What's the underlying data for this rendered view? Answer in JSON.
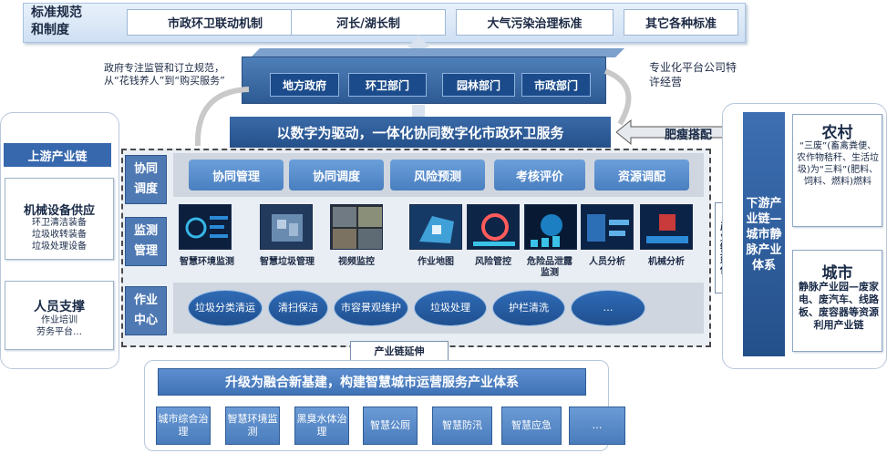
{
  "standards": {
    "title": "标准规范\n和制度",
    "items": [
      "市政环卫联动机制",
      "河长/湖长制",
      "大气污染治理标准",
      "其它各种标准"
    ]
  },
  "government": {
    "items": [
      "地方政府",
      "环卫部门",
      "园林部门",
      "市政部门"
    ],
    "left_note": "政府专注监管和订立规范，从“花钱养人”到“购买服务”",
    "right_note": "专业化平台公司特许经营"
  },
  "main_banner": "以数字为驱动，一体化协同数字化市政环卫服务",
  "feishou": "肥瘦搭配",
  "upstream": {
    "title": "上游产业链",
    "machinery": {
      "title": "机械设备供应",
      "items": [
        "环卫清洁装备",
        "垃圾收转装备",
        "垃圾处理设备"
      ]
    },
    "personnel": {
      "title": "人员支撑",
      "items": [
        "作业培训",
        "劳务平台…"
      ]
    }
  },
  "core": {
    "rows": [
      {
        "label": "协同\n调度",
        "items": [
          "协同管理",
          "协同调度",
          "风险预测",
          "考核评价",
          "资源调配"
        ]
      },
      {
        "label": "监测\n管理",
        "items": [
          "智慧环境监测",
          "智慧垃圾管理",
          "视频监控",
          "作业地图",
          "风险管控",
          "危险品泄露监测",
          "人员分析",
          "机械分析"
        ]
      },
      {
        "label": "作业\n中心",
        "items": [
          "垃圾分类清运",
          "清扫保洁",
          "市容景观维护",
          "垃圾处理",
          "护栏清洗",
          "…"
        ]
      }
    ],
    "chain_bottom": "产业链延伸",
    "chain_right": "产业链延伸"
  },
  "downstream": {
    "title": "下游产业链—城市静脉产业体系",
    "rural": {
      "title": "农村",
      "text": "“三废”(畜禽粪便、农作物秸秆、生活垃圾)为“三料”(肥料、饲料、燃料)燃料"
    },
    "city": {
      "title": "城市",
      "text": "静脉产业园—废家电、废汽车、线路板、废容器等资源利用产业链"
    }
  },
  "bottom": {
    "title": "升级为融合新基建，构建智慧城市运营服务产业体系",
    "items": [
      "城市综合治理",
      "智慧环境监测",
      "黑臭水体治理",
      "智慧公厕",
      "智慧防汛",
      "智慧应急",
      "…"
    ]
  },
  "colors": {
    "primary": "#2d5a93",
    "accent": "#4a7fc0",
    "light": "#cfe0f3"
  }
}
